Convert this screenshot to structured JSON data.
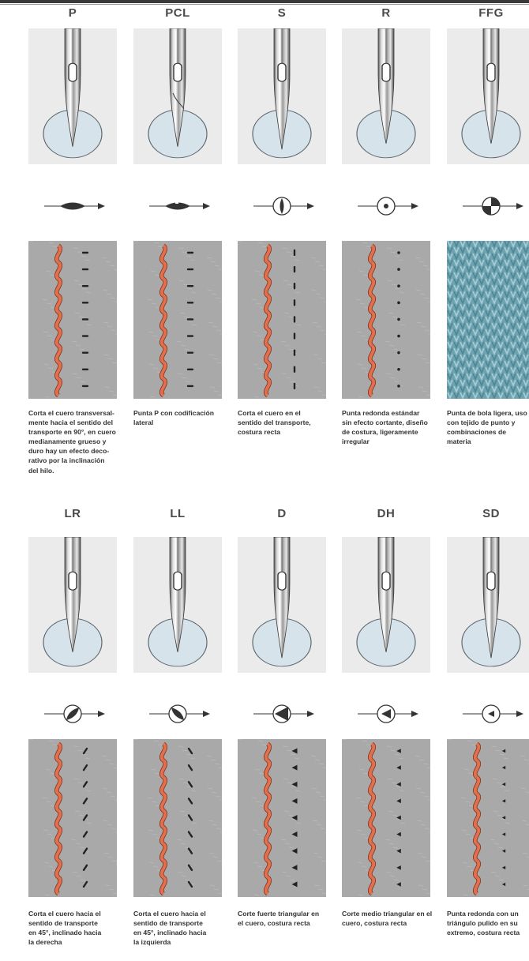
{
  "needles": [
    {
      "code": "P",
      "symbol": "horizontal-lens",
      "cut": "horizontal",
      "description": "Corta el cuero transversal-\nmente hacia el sentido del\ntransporte en 90°, en cuero\nmedianamente grueso y\nduro hay un efecto deco-\nrativo por la inclinación\ndel hilo."
    },
    {
      "code": "PCL",
      "symbol": "horizontal-lens-side",
      "cut": "horizontal",
      "description": "Punta P con codificación\nlateral"
    },
    {
      "code": "S",
      "symbol": "vertical-lens",
      "cut": "vertical",
      "description": "Corta el cuero en el\nsentido del transporte,\ncostura recta"
    },
    {
      "code": "R",
      "symbol": "dot",
      "cut": "round",
      "description": "Punta redonda estándar\nsin efecto cortante, diseño\nde costura, ligeramente\nirregular"
    },
    {
      "code": "FFG",
      "symbol": "quartered-ball",
      "cut": "knit",
      "description": "Punta de bola ligera, uso\ncon tejido de punto y\ncombinaciones de materia"
    },
    {
      "code": "LR",
      "symbol": "diagonal-right",
      "cut": "diag-right",
      "description": "Corta el cuero hacia el\nsentido de transporte\nen 45°, inclinado hacia\nla derecha"
    },
    {
      "code": "LL",
      "symbol": "diagonal-left",
      "cut": "diag-left",
      "description": "Corta el cuero hacia el\nsentido de transporte\nen 45°, inclinado hacia\nla izquierda"
    },
    {
      "code": "D",
      "symbol": "triangle-large",
      "cut": "triangle",
      "description": "Corte fuerte triangular en\nel cuero, costura recta"
    },
    {
      "code": "DH",
      "symbol": "triangle-medium",
      "cut": "triangle-medium",
      "description": "Corte medio triangular en el\ncuero, costura recta"
    },
    {
      "code": "SD",
      "symbol": "triangle-small",
      "cut": "triangle-small",
      "description": "Punta redonda con un\ntriángulo pulido en su\nextremo, costura recta"
    }
  ],
  "colors": {
    "thread": "#e2704e",
    "knit": "#6ea3b0",
    "circle_fill": "#d6e3ea",
    "panel_bg": "#ebebeb",
    "leather": "#a9a9a9"
  }
}
